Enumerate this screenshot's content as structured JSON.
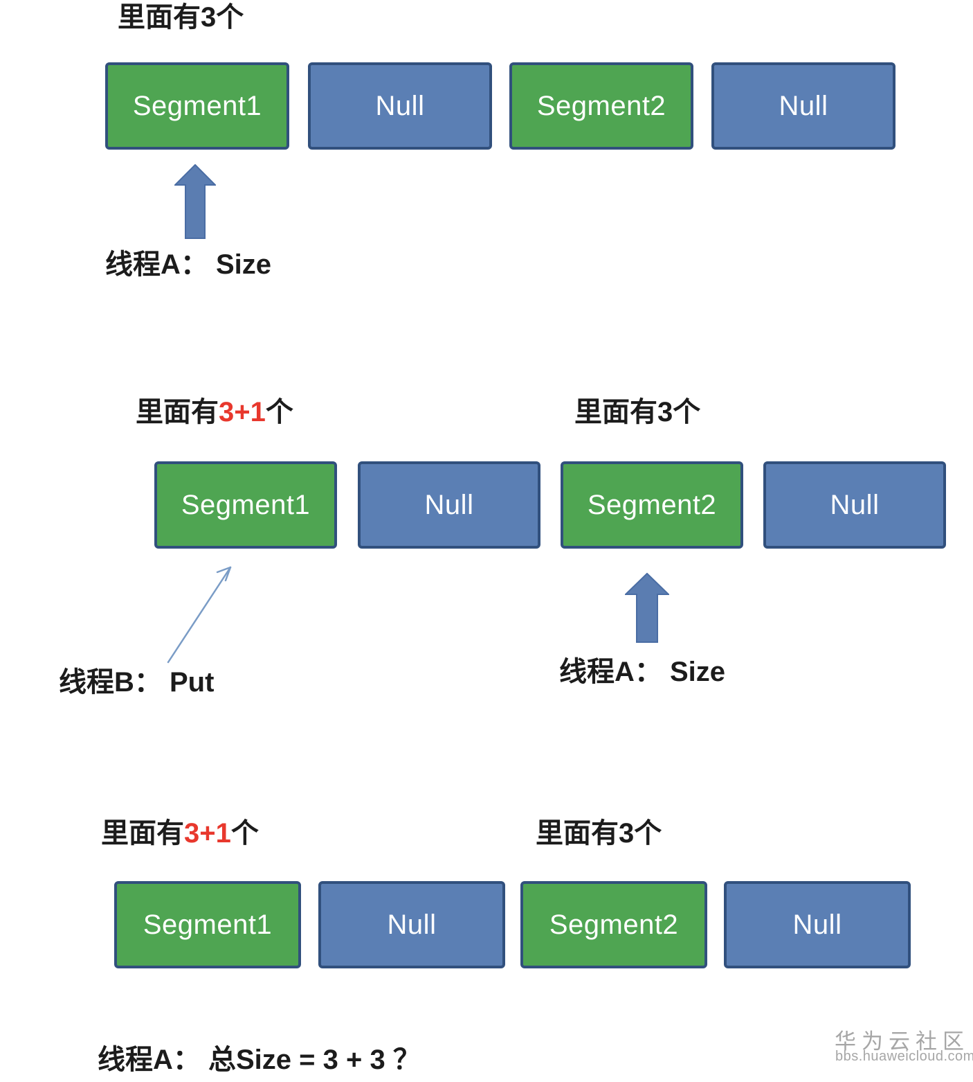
{
  "colors": {
    "background": "#ffffff",
    "segment_green": "#4fa552",
    "null_blue": "#5b7fb4",
    "box_border": "#31507d",
    "highlight_red": "#e8382d",
    "label_black": "#1c1c1c",
    "arrow_fill": "#5b7db1",
    "arrow_outline": "#4a6da4",
    "thin_arrow_blue": "#7a9cc6",
    "watermark_gray": "#a6a6a6"
  },
  "sections": [
    {
      "name": "initial-state",
      "count_label": {
        "pre": "里面有",
        "red": "",
        "post": "3个"
      },
      "boxes": [
        {
          "label": "Segment1",
          "type": "segment"
        },
        {
          "label": "Null",
          "type": "null"
        },
        {
          "label": "Segment2",
          "type": "segment"
        },
        {
          "label": "Null",
          "type": "null"
        }
      ],
      "caption_size": "线程A： Size"
    },
    {
      "name": "concurrent-put-state",
      "count_label_left": {
        "pre": "里面有",
        "red": "3+1",
        "post": "个"
      },
      "count_label_right": {
        "pre": "里面有",
        "red": "",
        "post": "3个"
      },
      "boxes": [
        {
          "label": "Segment1",
          "type": "segment"
        },
        {
          "label": "Null",
          "type": "null"
        },
        {
          "label": "Segment2",
          "type": "segment"
        },
        {
          "label": "Null",
          "type": "null"
        }
      ],
      "caption_put": "线程B： Put",
      "caption_size": "线程A： Size"
    },
    {
      "name": "final-state",
      "count_label_left": {
        "pre": "里面有",
        "red": "3+1",
        "post": "个"
      },
      "count_label_right": {
        "pre": "里面有",
        "red": "",
        "post": "3个"
      },
      "boxes": [
        {
          "label": "Segment1",
          "type": "segment"
        },
        {
          "label": "Null",
          "type": "null"
        },
        {
          "label": "Segment2",
          "type": "segment"
        },
        {
          "label": "Null",
          "type": "null"
        }
      ],
      "caption_total": "线程A： 总Size = 3 + 3 ？"
    }
  ],
  "watermark": {
    "title": "华为云社区",
    "url": "bbs.huaweicloud.com"
  }
}
